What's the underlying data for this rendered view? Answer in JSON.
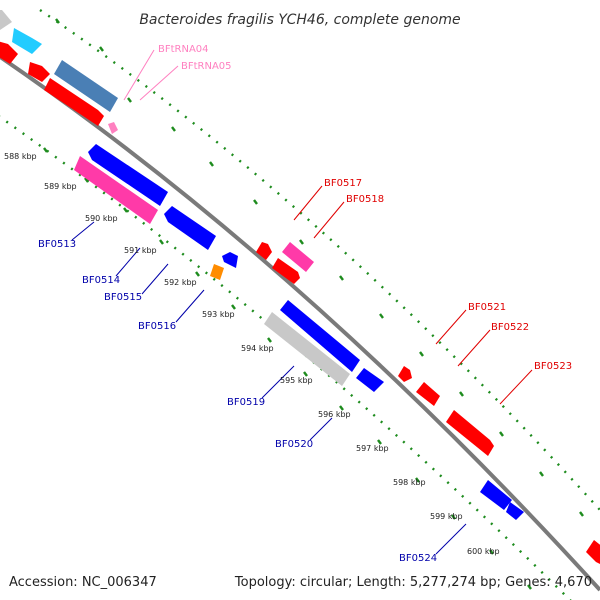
{
  "title": "Bacteroides fragilis YCH46, complete genome",
  "footer": {
    "accession": "Accession: NC_006347",
    "topology": "Topology: circular; Length: 5,277,274 bp; Genes: 4,670"
  },
  "colors": {
    "backbone": "#808080",
    "tick": "#1e8c1e",
    "forward_label": "#e00000",
    "reverse_label": "#0000aa",
    "rna_label": "#ff80c0",
    "red": "#ff0000",
    "blue": "#0000ff",
    "pink": "#ff3aa8",
    "steel": "#4a7fb5",
    "cyan": "#22ccff",
    "grey": "#c8c8c8",
    "orange": "#ff8c00"
  },
  "scale_labels": [
    "588 kbp",
    "589 kbp",
    "590 kbp",
    "591 kbp",
    "592 kbp",
    "593 kbp",
    "594 kbp",
    "595 kbp",
    "596 kbp",
    "597 kbp",
    "598 kbp",
    "599 kbp",
    "600 kbp"
  ],
  "gene_labels": [
    {
      "text": "BFtRNA04",
      "strand": "rna"
    },
    {
      "text": "BFtRNA05",
      "strand": "rna"
    },
    {
      "text": "BF0517",
      "strand": "forward"
    },
    {
      "text": "BF0518",
      "strand": "forward"
    },
    {
      "text": "BF0521",
      "strand": "forward"
    },
    {
      "text": "BF0522",
      "strand": "forward"
    },
    {
      "text": "BF0523",
      "strand": "forward"
    },
    {
      "text": "BF0513",
      "strand": "reverse"
    },
    {
      "text": "BF0514",
      "strand": "reverse"
    },
    {
      "text": "BF0515",
      "strand": "reverse"
    },
    {
      "text": "BF0516",
      "strand": "reverse"
    },
    {
      "text": "BF0519",
      "strand": "reverse"
    },
    {
      "text": "BF0520",
      "strand": "reverse"
    },
    {
      "text": "BF0524",
      "strand": "reverse"
    }
  ]
}
